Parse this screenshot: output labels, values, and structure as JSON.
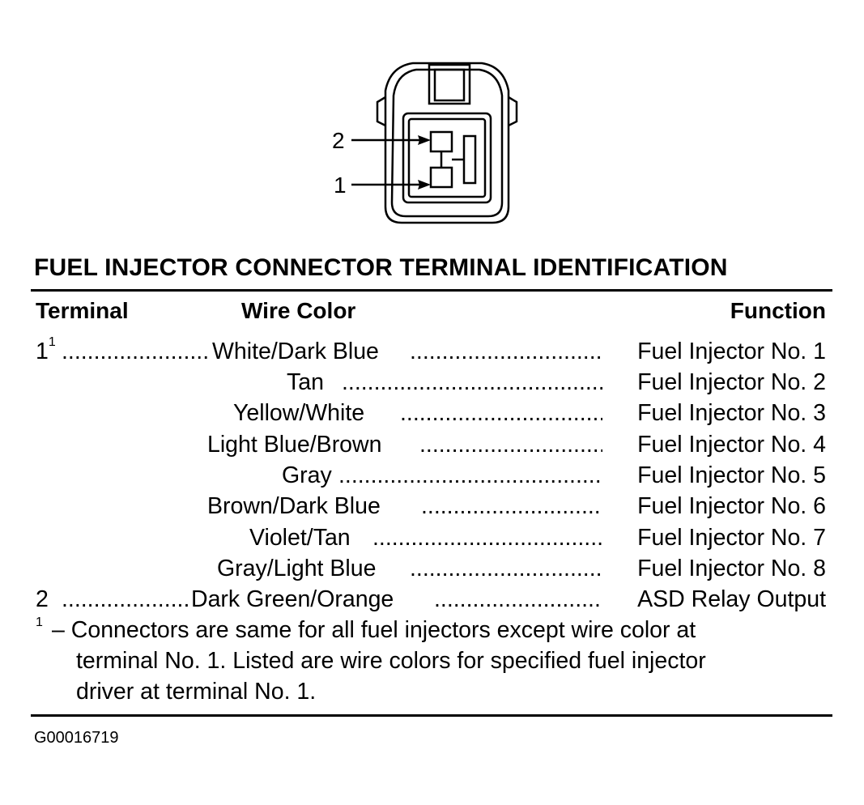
{
  "diagram": {
    "pin_labels": [
      "2",
      "1"
    ]
  },
  "title": "FUEL INJECTOR CONNECTOR TERMINAL IDENTIFICATION",
  "headers": {
    "terminal": "Terminal",
    "wire_color": "Wire Color",
    "function": "Function"
  },
  "rows": [
    {
      "terminal": "1",
      "sup": "1",
      "color": "White/Dark Blue",
      "function": "Fuel Injector No. 1"
    },
    {
      "terminal": "",
      "sup": "",
      "color": "Tan",
      "function": "Fuel Injector No. 2"
    },
    {
      "terminal": "",
      "sup": "",
      "color": "Yellow/White",
      "function": "Fuel Injector No. 3"
    },
    {
      "terminal": "",
      "sup": "",
      "color": "Light Blue/Brown",
      "function": "Fuel Injector No. 4"
    },
    {
      "terminal": "",
      "sup": "",
      "color": "Gray",
      "function": "Fuel Injector No. 5"
    },
    {
      "terminal": "",
      "sup": "",
      "color": "Brown/Dark Blue",
      "function": "Fuel Injector No. 6"
    },
    {
      "terminal": "",
      "sup": "",
      "color": "Violet/Tan",
      "function": "Fuel Injector No. 7"
    },
    {
      "terminal": "",
      "sup": "",
      "color": "Gray/Light Blue",
      "function": "Fuel Injector No. 8"
    },
    {
      "terminal": "2",
      "sup": "",
      "color": "Dark Green/Orange",
      "function": "ASD Relay Output"
    }
  ],
  "footnote": {
    "marker": "1",
    "lines": [
      "– Connectors are same for all fuel injectors except wire color at",
      "terminal No. 1. Listed are wire colors for specified fuel injector",
      "driver at terminal No. 1."
    ]
  },
  "figure_code": "G00016719"
}
